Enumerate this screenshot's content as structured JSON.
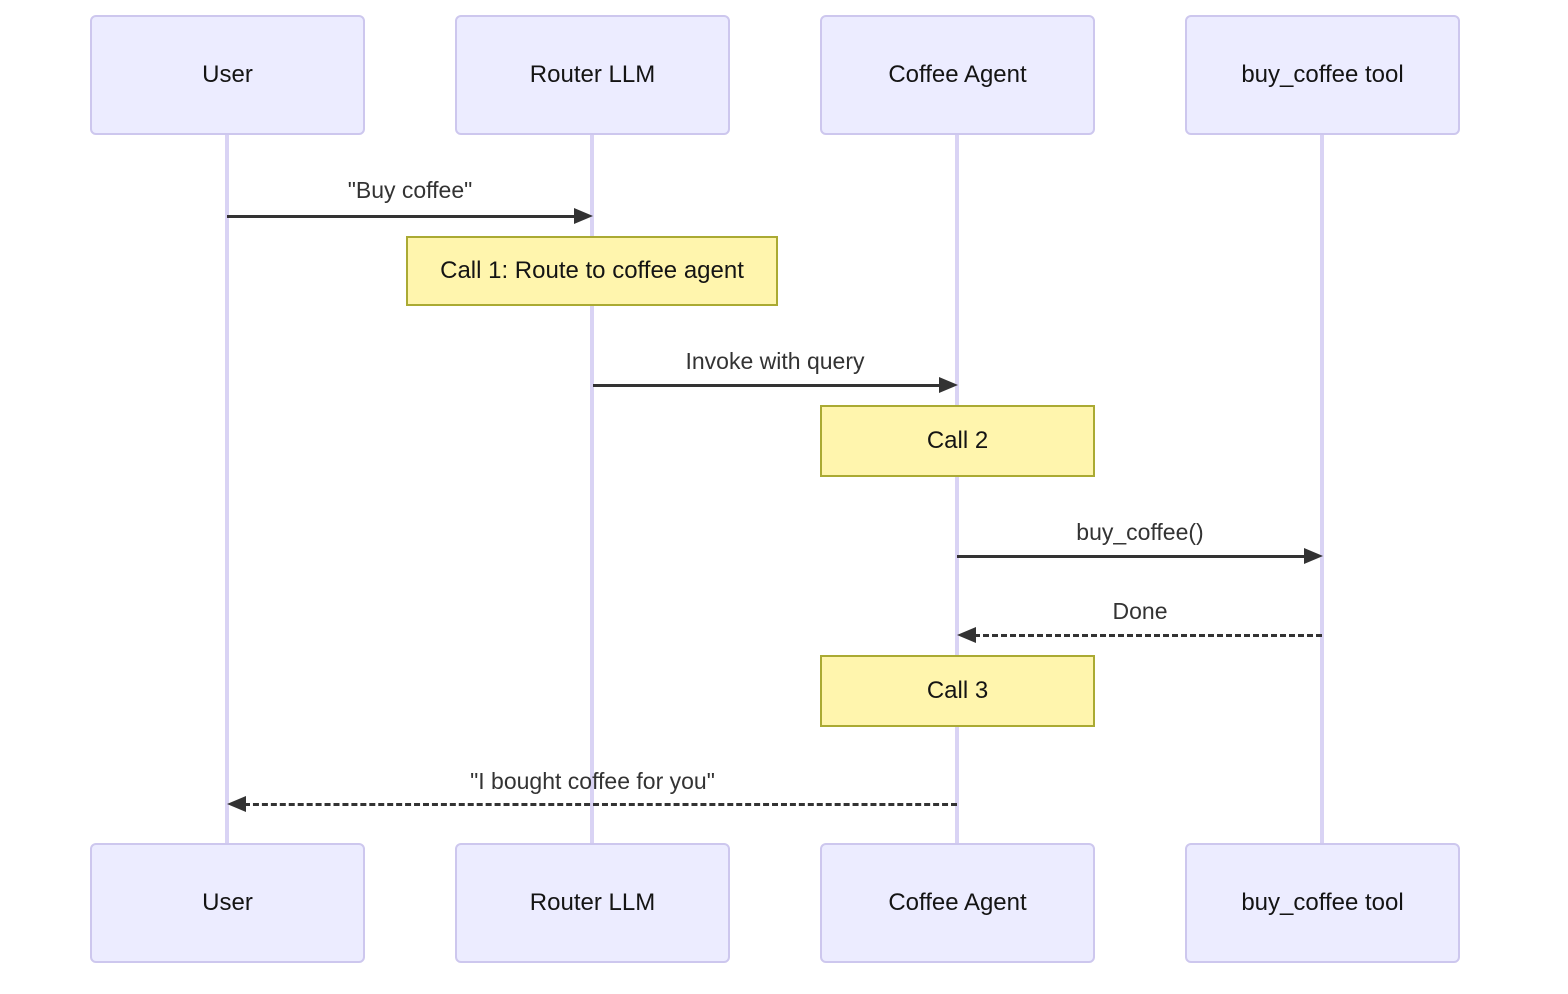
{
  "diagram": {
    "type": "sequence-diagram",
    "participants": [
      {
        "id": "user",
        "label": "User"
      },
      {
        "id": "router-llm",
        "label": "Router LLM"
      },
      {
        "id": "coffee-agent",
        "label": "Coffee Agent"
      },
      {
        "id": "buy-coffee-tool",
        "label": "buy_coffee tool"
      }
    ],
    "messages": [
      {
        "from": "User",
        "to": "Router LLM",
        "text": "\"Buy coffee\"",
        "line": "solid",
        "direction": "right"
      },
      {
        "from": "Router LLM",
        "to": "Coffee Agent",
        "text": "Invoke with query",
        "line": "solid",
        "direction": "right"
      },
      {
        "from": "Coffee Agent",
        "to": "buy_coffee tool",
        "text": "buy_coffee()",
        "line": "solid",
        "direction": "right"
      },
      {
        "from": "buy_coffee tool",
        "to": "Coffee Agent",
        "text": "Done",
        "line": "dashed",
        "direction": "left"
      },
      {
        "from": "Coffee Agent",
        "to": "User",
        "text": "\"I bought coffee for you\"",
        "line": "dashed",
        "direction": "left"
      }
    ],
    "notes": [
      {
        "over": "Router LLM",
        "text": "Call 1: Route to coffee agent"
      },
      {
        "over": "Coffee Agent",
        "text": "Call 2"
      },
      {
        "over": "Coffee Agent",
        "text": "Call 3"
      }
    ],
    "colors": {
      "background": "#FFFFFF",
      "actor_fill": "#ECECFF",
      "actor_border": "#CDC7EE",
      "lifeline": "#D9D3F4",
      "note_fill": "#FFF5AD",
      "note_border": "#AAAA33",
      "message_line": "#333333",
      "message_text": "#333333",
      "actor_text": "#141414"
    }
  }
}
